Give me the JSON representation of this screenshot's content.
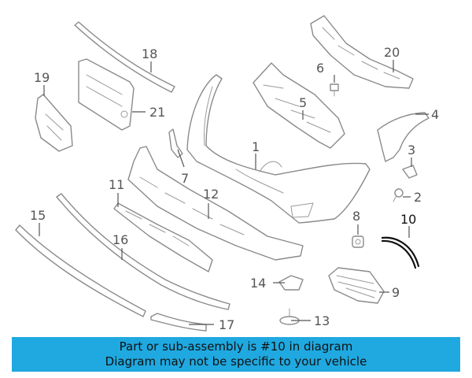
{
  "callouts": {
    "c1": "1",
    "c2": "2",
    "c3": "3",
    "c4": "4",
    "c5": "5",
    "c6": "6",
    "c7": "7",
    "c8": "8",
    "c9": "9",
    "c10": "10",
    "c11": "11",
    "c12": "12",
    "c13": "13",
    "c14": "14",
    "c15": "15",
    "c16": "16",
    "c17": "17",
    "c18": "18",
    "c19": "19",
    "c20": "20",
    "c21": "21"
  },
  "highlighted_part": "10",
  "banner": {
    "line1": "Part or sub-assembly is #10 in diagram",
    "line2": "Diagram may not be specific to your vehicle"
  },
  "colors": {
    "banner_bg": "#1fa9e0",
    "line_art": "#8a8a8a",
    "highlight": "#111111"
  }
}
